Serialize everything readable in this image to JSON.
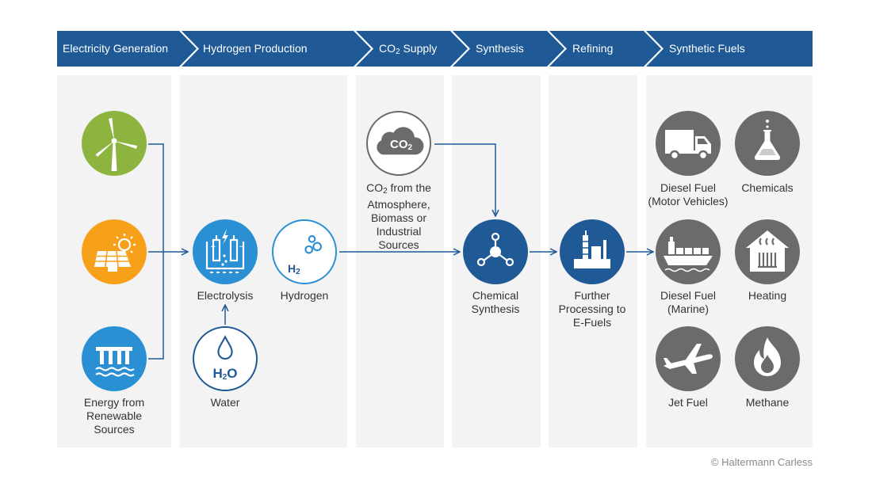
{
  "stages": [
    "Electricity Generation",
    "Hydrogen Production",
    "CO2 Supply",
    "Synthesis",
    "Refining",
    "Synthetic Fuels"
  ],
  "nodes": {
    "renewable": {
      "lines": [
        "Energy from",
        "Renewable",
        "Sources"
      ]
    },
    "electrolysis": {
      "lines": [
        "Electrolysis"
      ]
    },
    "water": {
      "lines": [
        "Water"
      ],
      "formula": "H2O"
    },
    "hydrogen": {
      "lines": [
        "Hydrogen"
      ],
      "formula": "H2"
    },
    "co2": {
      "lines": [
        "CO2 from the",
        "Atmosphere,",
        "Biomass or",
        "Industrial",
        "Sources"
      ],
      "formula": "CO2"
    },
    "synthesis": {
      "lines": [
        "Chemical",
        "Synthesis"
      ]
    },
    "refining": {
      "lines": [
        "Further",
        "Processing to",
        "E-Fuels"
      ]
    }
  },
  "fuels": [
    {
      "lines": [
        "Diesel Fuel",
        "(Motor Vehicles)"
      ]
    },
    {
      "lines": [
        "Chemicals"
      ]
    },
    {
      "lines": [
        "Diesel Fuel",
        "(Marine)"
      ]
    },
    {
      "lines": [
        "Heating"
      ]
    },
    {
      "lines": [
        "Jet Fuel"
      ]
    },
    {
      "lines": [
        "Methane"
      ]
    }
  ],
  "copyright": "© Haltermann Carless",
  "colors": {
    "header": "#1f5a96",
    "accent_dark": "#1f5a96",
    "accent_light": "#2b8fd3",
    "wind": "#8db43e",
    "solar": "#f7a11a",
    "hydro": "#2b8fd3",
    "output": "#6b6b6b",
    "co2": "#6b6b6b"
  },
  "icons": {
    "renewable": [
      "wind-turbine-icon",
      "solar-panel-icon",
      "hydro-dam-icon"
    ],
    "electrolysis": "electrolyzer-icon",
    "water": "water-drop-icon",
    "hydrogen": "hydrogen-bubbles-icon",
    "co2": "co2-cloud-icon",
    "synthesis": "molecule-icon",
    "refining": "refinery-icon",
    "fuels": [
      "truck-icon",
      "flask-icon",
      "ship-icon",
      "house-heat-icon",
      "airplane-icon",
      "flame-icon"
    ]
  }
}
